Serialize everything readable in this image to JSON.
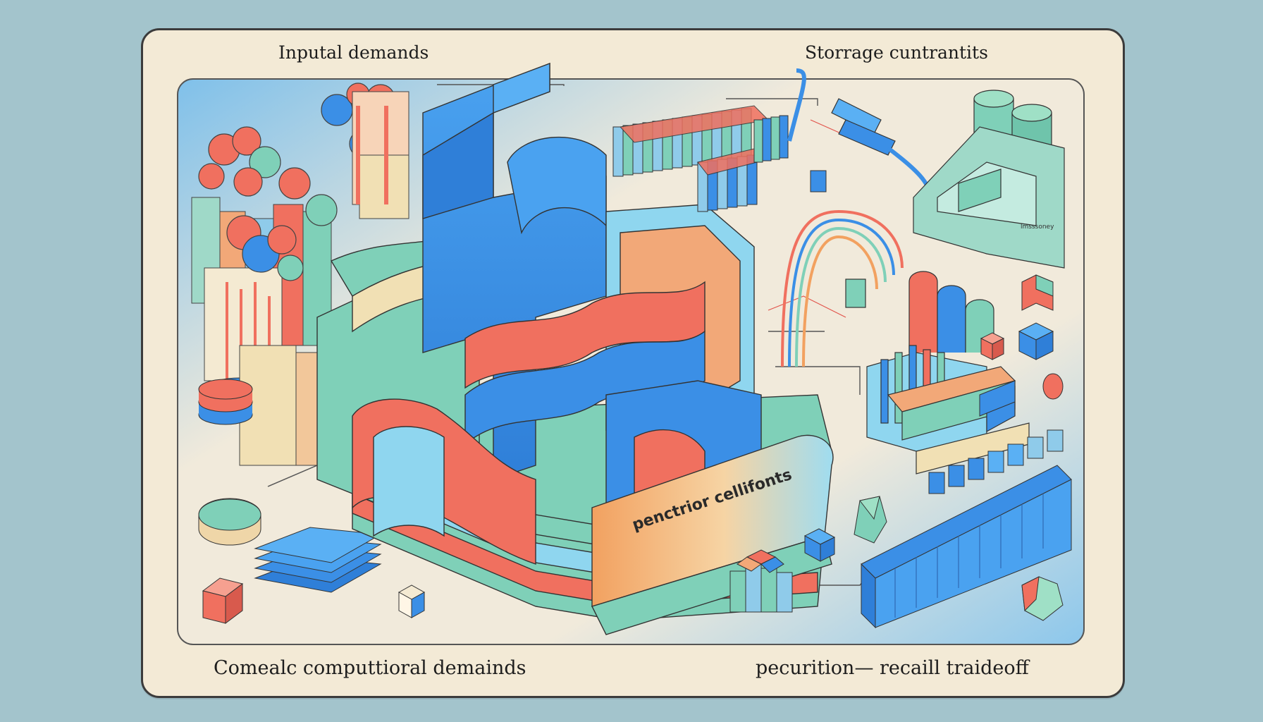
{
  "labels": {
    "top_left": "Inputal demands",
    "top_right": "Storrage cuntrantits",
    "bottom_left": "Comealc computtioral demainds",
    "bottom_right": "pecurition— recaill traideoff",
    "center_banner": "penctrior cellifonts",
    "tiny_sign": "lmsssoney"
  },
  "colors": {
    "background": "#a3c4cc",
    "panel": "#f3ead6",
    "blue": "#3b8fe6",
    "coral": "#f0705f",
    "teal": "#7fd0b8",
    "cream": "#efe2c2",
    "sky": "#8fd6ef",
    "orange": "#f2a160"
  }
}
